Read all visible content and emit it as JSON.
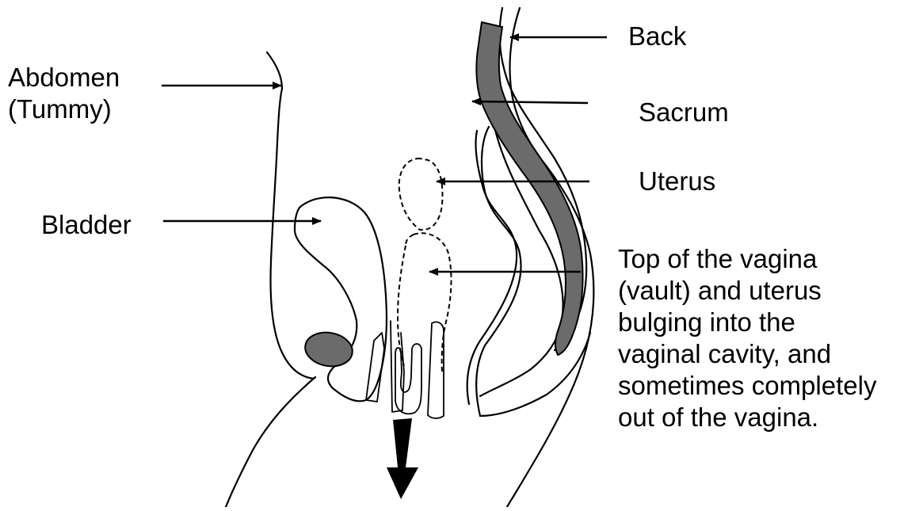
{
  "labels": {
    "abdomen": [
      "Abdomen",
      "(Tummy)"
    ],
    "bladder": "Bladder",
    "back": "Back",
    "sacrum": "Sacrum",
    "uterus": "Uterus",
    "top_of_vagina": [
      "Top of the vagina",
      "(vault) and uterus",
      "bulging into the",
      "vaginal cavity, and",
      "sometimes completely",
      "out of the vagina."
    ]
  },
  "colors": {
    "bone_fill": "#6b6b6b",
    "line": "#000000",
    "background": "#ffffff"
  }
}
